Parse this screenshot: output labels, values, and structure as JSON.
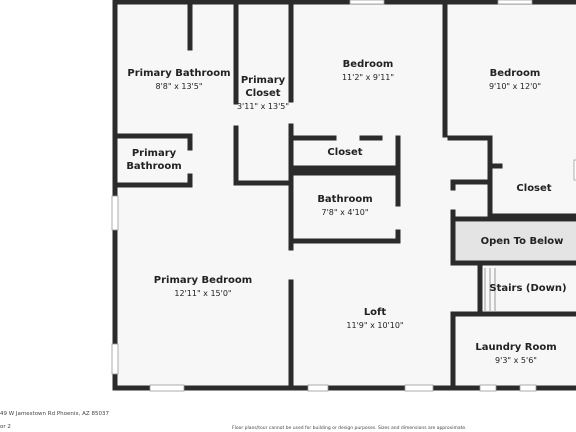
{
  "rooms": {
    "primary_bathroom": {
      "name": "Primary Bathroom",
      "dims": "8'8\" x 13'5\""
    },
    "primary_closet": {
      "name": "Primary\nCloset",
      "dims": "3'11\" x 13'5\""
    },
    "bedroom_1": {
      "name": "Bedroom",
      "dims": "11'2\" x 9'11\""
    },
    "bedroom_2": {
      "name": "Bedroom",
      "dims": "9'10\" x 12'0\""
    },
    "primary_bathroom_small": {
      "name": "Primary\nBathroom"
    },
    "closet_1": {
      "name": "Closet"
    },
    "closet_2": {
      "name": "Closet"
    },
    "bathroom": {
      "name": "Bathroom",
      "dims": "7'8\" x 4'10\""
    },
    "open_to_below": {
      "name": "Open To Below"
    },
    "stairs": {
      "name": "Stairs (Down)"
    },
    "primary_bedroom": {
      "name": "Primary Bedroom",
      "dims": "12'11\" x 15'0\""
    },
    "loft": {
      "name": "Loft",
      "dims": "11'9\" x 10'10\""
    },
    "laundry_room": {
      "name": "Laundry Room",
      "dims": "9'3\" x 5'6\""
    }
  },
  "footer": {
    "address": "49 W Jamestown Rd Phoenix, AZ 85037",
    "floor": "or 2",
    "disclaimer": "Floor plans/tour cannot be used for building or design purposes. Sizes and dimensions are approximate."
  },
  "colors": {
    "wall": "#2b2b2b",
    "floor": "#f7f7f7",
    "window": "#ffffff"
  }
}
